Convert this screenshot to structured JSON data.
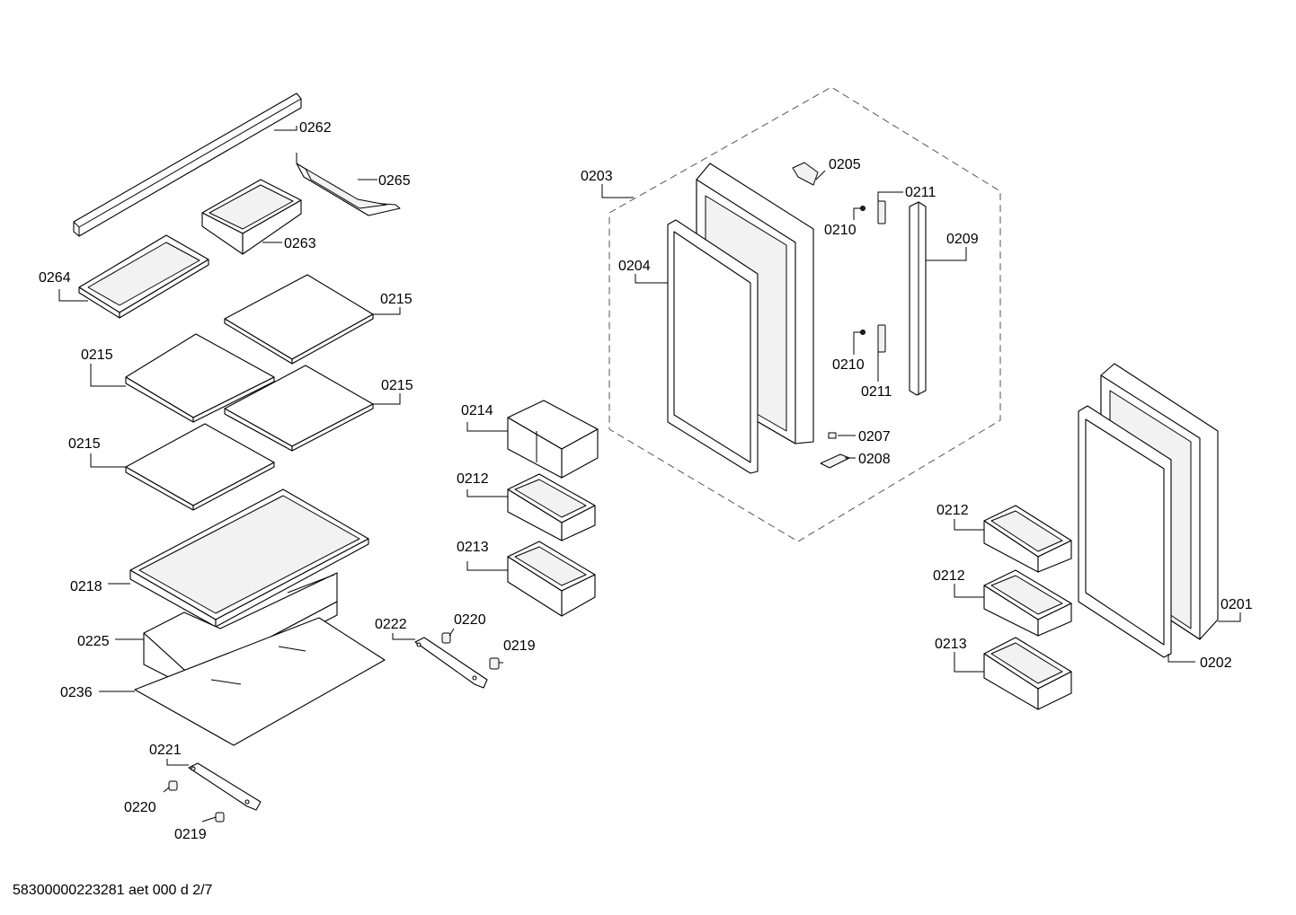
{
  "diagram": {
    "footer": "58300000223281 aet 000 d 2/7",
    "labels": {
      "l0262": "0262",
      "l0265": "0265",
      "l0263": "0263",
      "l0264": "0264",
      "l0215a": "0215",
      "l0215b": "0215",
      "l0215c": "0215",
      "l0215d": "0215",
      "l0218": "0218",
      "l0225": "0225",
      "l0236": "0236",
      "l0221": "0221",
      "l0220a": "0220",
      "l0219a": "0219",
      "l0222": "0222",
      "l0220b": "0220",
      "l0219b": "0219",
      "l0214": "0214",
      "l0212a": "0212",
      "l0213a": "0213",
      "l0203": "0203",
      "l0204": "0204",
      "l0205": "0205",
      "l0211a": "0211",
      "l0210a": "0210",
      "l0209": "0209",
      "l0210b": "0210",
      "l0211b": "0211",
      "l0207": "0207",
      "l0208": "0208",
      "l0212b": "0212",
      "l0212c": "0212",
      "l0213b": "0213",
      "l0201": "0201",
      "l0202": "0202"
    }
  }
}
